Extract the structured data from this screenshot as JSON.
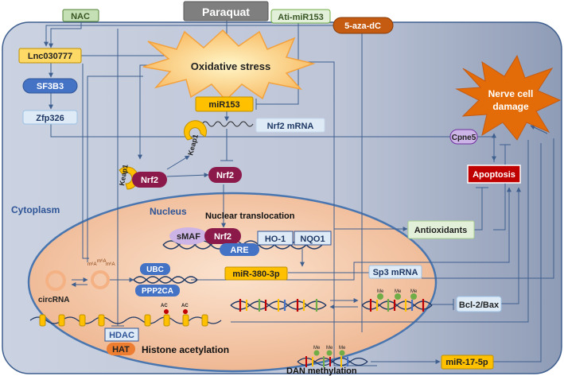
{
  "diagram": {
    "inputs": {
      "paraquat": "Paraquat",
      "nac": "NAC",
      "ati_mir153": "Ati-miR153",
      "aza": "5-aza-dC"
    },
    "regions": {
      "cytoplasm": "Cytoplasm",
      "nucleus": "Nucleus"
    },
    "nodes": {
      "lnc030777": "Lnc030777",
      "sf3b3": "SF3B3",
      "zfp326": "Zfp326",
      "oxidative_stress": "Oxidative stress",
      "mir153": "miR153",
      "nrf2_mrna": "Nrf2 mRNA",
      "keap1_top": "Keap1",
      "keap1_left": "Keap1",
      "nrf2_complex": "Nrf2",
      "nrf2_free": "Nrf2",
      "cpne5": "Cpne5",
      "apoptosis": "Apoptosis",
      "nerve_damage_line1": "Nerve cell",
      "nerve_damage_line2": "damage",
      "nuclear_translocation": "Nuclear translocation",
      "smaf": "sMAF",
      "nrf2_nuclear": "Nrf2",
      "ho1": "HO-1",
      "nqo1": "NQO1",
      "are": "ARE",
      "antioxidants": "Antioxidants",
      "ubc": "UBC",
      "ppp2ca": "PPP2CA",
      "circrna": "circRNA",
      "mir380": "miR-380-3p",
      "sp3_mrna": "Sp3 mRNA",
      "hdac": "HDAC",
      "hat": "HAT",
      "histone_acetylation": "Histone acetylation",
      "ac_mark": "AC",
      "me_mark": "Me",
      "m6a_mark": "m⁶A",
      "bcl2_bax": "Bcl-2/Bax",
      "dan_methylation": "DAN methylation",
      "mir17": "miR-17-5p"
    },
    "colors": {
      "cell_fill": "#b7c0d3",
      "nucleus_fill": "#f5d5bc",
      "nucleus_stroke": "#4a76b0",
      "blue_box": "#4472c4",
      "yellow_box": "#ffc000",
      "red_box": "#c00000",
      "burst_orange": "#e36c09",
      "maroon": "#8b1a4a",
      "green_box": "#e2efd9",
      "lightblue_box": "#deebf7",
      "lilac": "#cdb4e6"
    }
  }
}
